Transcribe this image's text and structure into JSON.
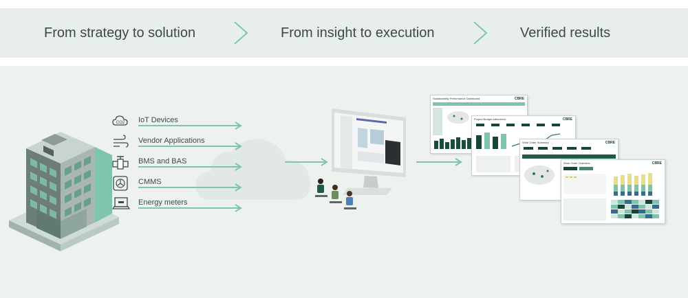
{
  "banner": {
    "steps": [
      "From strategy to solution",
      "From insight to execution",
      "Verified results"
    ]
  },
  "sources": [
    {
      "label": "IoT Devices",
      "icon": "cloud-co2-icon"
    },
    {
      "label": "Vendor Applications",
      "icon": "wind-icon"
    },
    {
      "label": "BMS and BAS",
      "icon": "valve-icon"
    },
    {
      "label": "CMMS",
      "icon": "fan-unit-icon"
    },
    {
      "label": "Energy meters",
      "icon": "laptop-meter-icon"
    }
  ],
  "dashboards": {
    "cards": [
      {
        "title": "Sustainability Performance Dashboard",
        "brand": "CBRE"
      },
      {
        "title": "Project Budget Adherence",
        "brand": "CBRE"
      },
      {
        "title": "Work Order Summary",
        "brand": "CBRE"
      },
      {
        "title": "Work Order Overview",
        "brand": "CBRE"
      }
    ]
  },
  "colors": {
    "accent": "#7fc4ae",
    "dark_green": "#17433a",
    "banner_bg": "#e8efea",
    "stage_bg": "#eef2ef"
  }
}
